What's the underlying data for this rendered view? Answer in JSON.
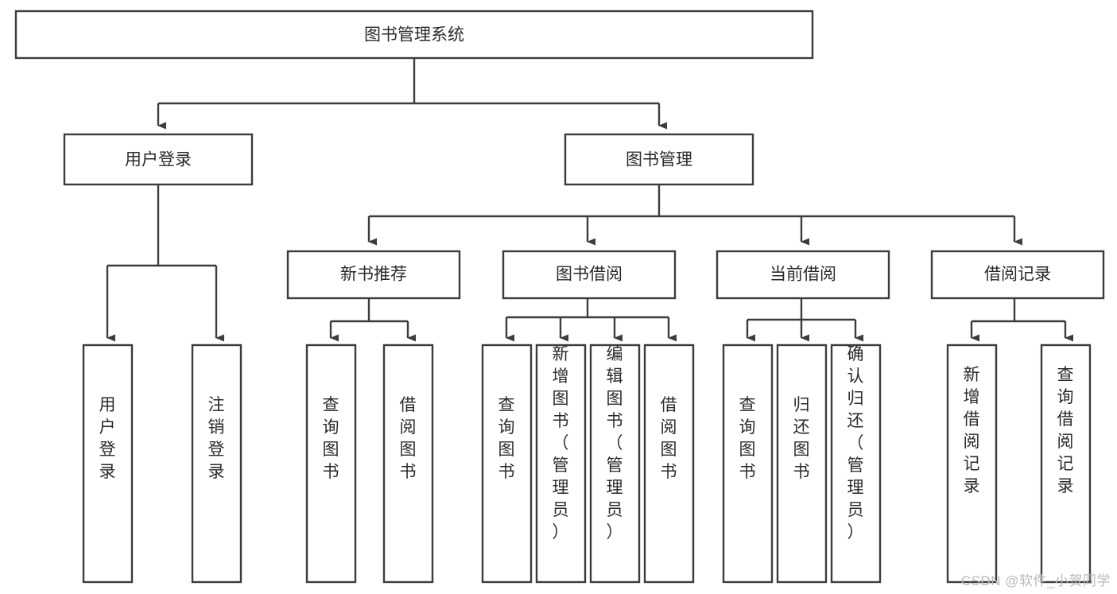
{
  "diagram": {
    "type": "tree",
    "title": "图书管理系统",
    "watermark": "CSDN @软件_小贺同学",
    "colors": {
      "box_stroke": "#3c3c3c",
      "box_fill": "#ffffff",
      "text": "#2a2a2a",
      "connector": "#3c3c3c",
      "watermark": "#b9b9b9",
      "background": "#ffffff"
    },
    "levels": [
      {
        "level": 1,
        "nodes": [
          {
            "id": "root",
            "label": "图书管理系统",
            "orientation": "horizontal"
          }
        ]
      },
      {
        "level": 2,
        "nodes": [
          {
            "id": "user-login",
            "label": "用户登录",
            "orientation": "horizontal",
            "parent": "root"
          },
          {
            "id": "book-manage",
            "label": "图书管理",
            "orientation": "horizontal",
            "parent": "root"
          }
        ]
      },
      {
        "level": 3,
        "nodes": [
          {
            "id": "new-book-rec",
            "label": "新书推荐",
            "orientation": "horizontal",
            "parent": "book-manage"
          },
          {
            "id": "book-borrow",
            "label": "图书借阅",
            "orientation": "horizontal",
            "parent": "book-manage"
          },
          {
            "id": "current-borrow",
            "label": "当前借阅",
            "orientation": "horizontal",
            "parent": "book-manage"
          },
          {
            "id": "borrow-record",
            "label": "借阅记录",
            "orientation": "horizontal",
            "parent": "book-manage"
          }
        ]
      },
      {
        "level": 4,
        "nodes": [
          {
            "id": "leaf-user-login",
            "label": "用户登录",
            "orientation": "vertical",
            "parent": "user-login"
          },
          {
            "id": "leaf-logout",
            "label": "注销登录",
            "orientation": "vertical",
            "parent": "user-login"
          },
          {
            "id": "leaf-query-book-1",
            "label": "查询图书",
            "orientation": "vertical",
            "parent": "new-book-rec"
          },
          {
            "id": "leaf-borrow-book-1",
            "label": "借阅图书",
            "orientation": "vertical",
            "parent": "new-book-rec"
          },
          {
            "id": "leaf-query-book-2",
            "label": "查询图书",
            "orientation": "vertical",
            "parent": "book-borrow"
          },
          {
            "id": "leaf-add-book",
            "label": "新增图书（管理员）",
            "orientation": "vertical",
            "parent": "book-borrow"
          },
          {
            "id": "leaf-edit-book",
            "label": "编辑图书（管理员）",
            "orientation": "vertical",
            "parent": "book-borrow"
          },
          {
            "id": "leaf-borrow-book-2",
            "label": "借阅图书",
            "orientation": "vertical",
            "parent": "book-borrow"
          },
          {
            "id": "leaf-query-book-3",
            "label": "查询图书",
            "orientation": "vertical",
            "parent": "current-borrow"
          },
          {
            "id": "leaf-return-book",
            "label": "归还图书",
            "orientation": "vertical",
            "parent": "current-borrow"
          },
          {
            "id": "leaf-confirm-return",
            "label": "确认归还（管理员）",
            "orientation": "vertical",
            "parent": "current-borrow"
          },
          {
            "id": "leaf-add-record",
            "label": "新增借阅记录",
            "orientation": "vertical",
            "parent": "borrow-record"
          },
          {
            "id": "leaf-query-record",
            "label": "查询借阅记录",
            "orientation": "vertical",
            "parent": "borrow-record"
          }
        ]
      }
    ]
  }
}
